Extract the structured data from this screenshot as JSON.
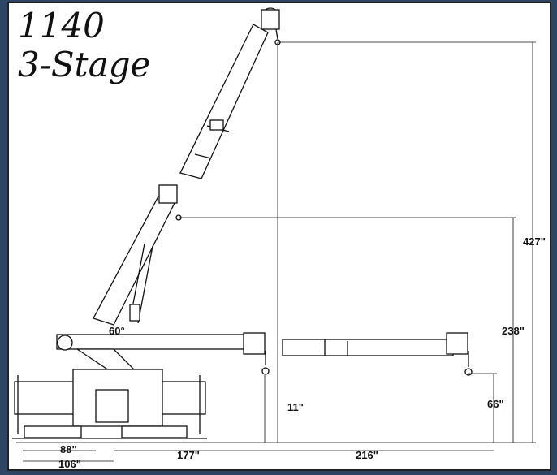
{
  "title": {
    "line1": "1140",
    "line2": "3-Stage"
  },
  "colors": {
    "background": "#2f4566",
    "paper": "#ffffff",
    "ink": "#111111"
  },
  "dimensions": {
    "boom_angle": "60°",
    "max_height": "427\"",
    "mid_height": "238\"",
    "hook_height": "66\"",
    "offset": "11\"",
    "left_88": "88\"",
    "left_106": "106\"",
    "reach_177": "177\"",
    "reach_216": "216\""
  }
}
